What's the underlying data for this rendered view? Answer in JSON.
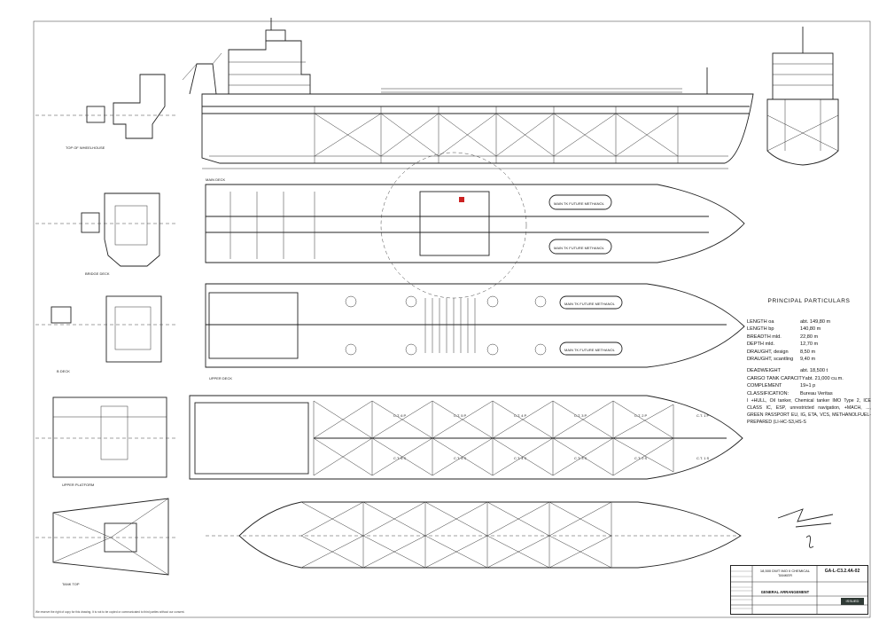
{
  "principal_particulars": {
    "title": "PRINCIPAL PARTICULARS",
    "rows": [
      {
        "label": "LENGTH oa",
        "value": "abt. 149,80 m"
      },
      {
        "label": "LENGTH bp",
        "value": "140,80 m"
      },
      {
        "label": "BREADTH mld.",
        "value": "22,80 m"
      },
      {
        "label": "DEPTH mld.",
        "value": "12,70 m"
      },
      {
        "label": "DRAUGHT, design",
        "value": "8,50 m"
      },
      {
        "label": "DRAUGHT, scantling",
        "value": "9,40 m"
      }
    ],
    "rows2": [
      {
        "label": "DEADWEIGHT",
        "value": "abt. 18,500 t"
      },
      {
        "label": "CARGO TANK CAPACITY",
        "value": "abt. 21,000 cu.m."
      },
      {
        "label": "COMPLEMENT",
        "value": "19+1 p"
      },
      {
        "label": "CLASSIFICATION:",
        "value": "Bureau Veritas"
      }
    ],
    "class_notation": "I +HULL, Oil tanker, Chemical tanker IMO Type 2, ICE CLASS IC, ESP, unrestricted navigation, +MACH, ..., GREEN PASSPORT EU, IG, ETA, VCS, METHANOLFUEL-PREPARED (LI-HC-S3,HS-S"
  },
  "drawing_labels": {
    "tank_note": "MAIN TK FUTURE METHANOL",
    "cargo_tanks": [
      "C.T. 1 P",
      "C.T. 2 P",
      "C.T. 3 P",
      "C.T. 4 P",
      "C.T. 5 P",
      "C.T. 6 P",
      "C.T. 1 S",
      "C.T. 2 S",
      "C.T. 3 S",
      "C.T. 4 S",
      "C.T. 5 S",
      "C.T. 6 S"
    ],
    "views": {
      "top_wheelhouse": "TOP OF WHEELHOUSE",
      "bridge_deck": "BRIDGE DECK",
      "main_deck": "MAIN DECK",
      "upper_deck": "UPPER DECK",
      "b_deck": "B DECK",
      "upper_platform": "UPPER PLATFORM",
      "tank_top": "TANK TOP"
    }
  },
  "title_block": {
    "project": "18,500 DWT IMO II CHEMICAL TANKER",
    "drawing": "GENERAL ARRANGEMENT",
    "number": "GA-L-C3.2.4A-02",
    "stamp": "ISSUED"
  },
  "footer_note": "We reserve the right of copy for this drawing. It is not to be copied or communicated to third parties without our consent.",
  "colors": {
    "line": "#222222",
    "accent_red": "#cc2222",
    "stamp_bg": "#2f3a35"
  }
}
